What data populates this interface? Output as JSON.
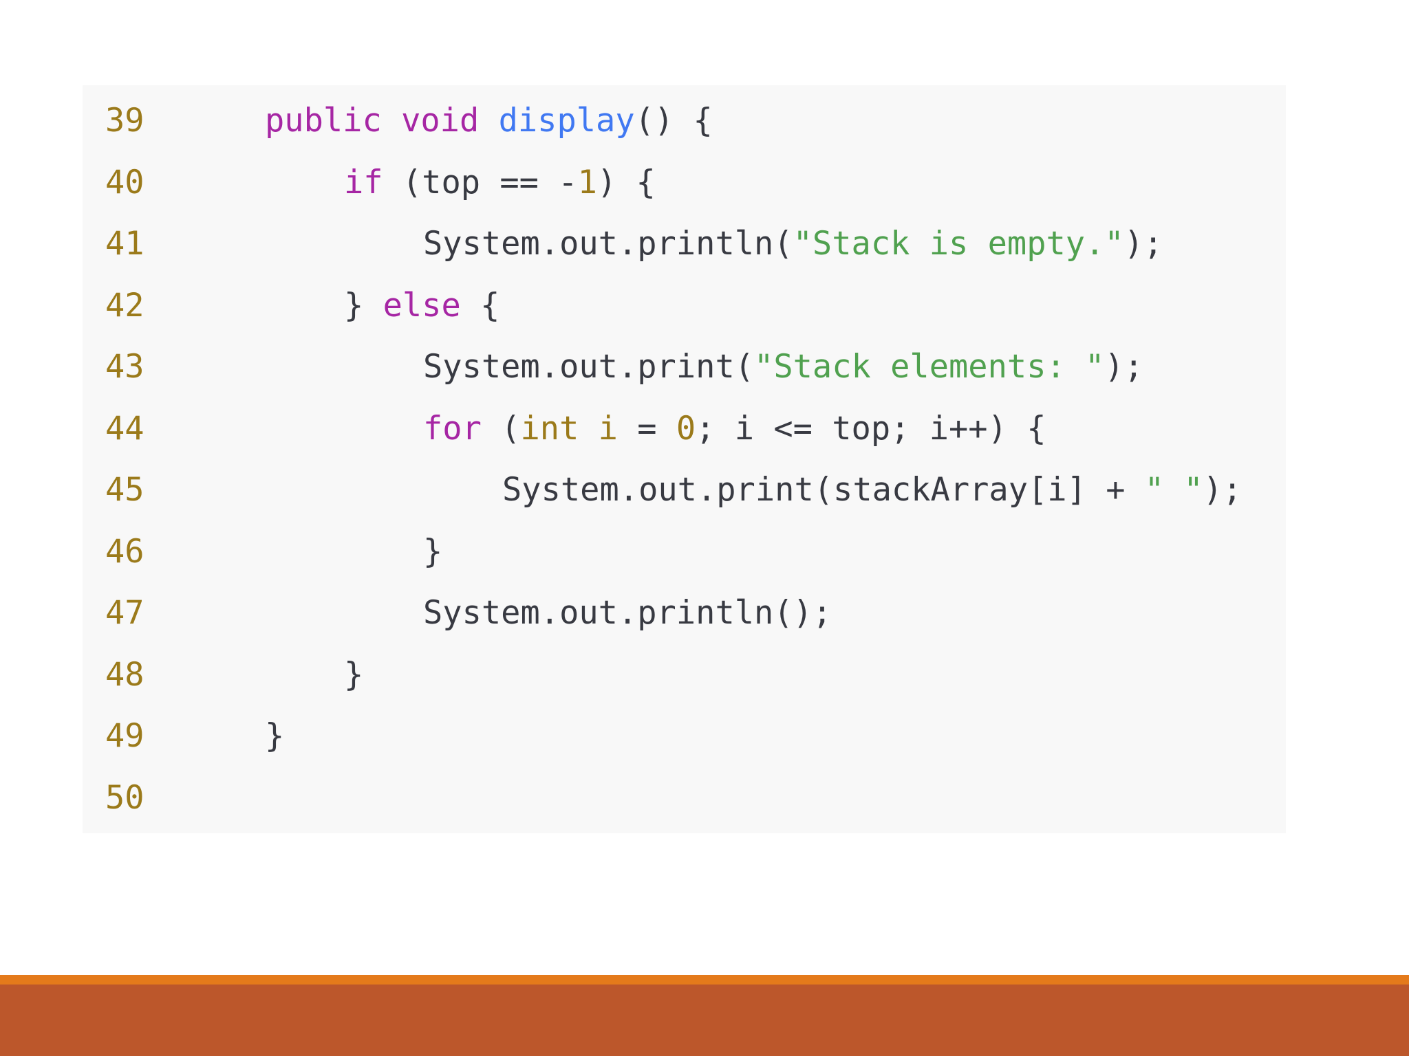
{
  "colors": {
    "keyword": "#a626a4",
    "function": "#4078f2",
    "string": "#50a14f",
    "number": "#9b7a1a",
    "plain": "#383a42",
    "accent": "#e47a1b",
    "footer": "#bc572b"
  },
  "code": {
    "lines": [
      {
        "number": "39",
        "indent": 0,
        "tokens": [
          {
            "text": "public",
            "type": "keyword"
          },
          {
            "text": " ",
            "type": "plain"
          },
          {
            "text": "void",
            "type": "keyword"
          },
          {
            "text": " ",
            "type": "plain"
          },
          {
            "text": "display",
            "type": "function"
          },
          {
            "text": "() {",
            "type": "plain"
          }
        ]
      },
      {
        "number": "40",
        "indent": 1,
        "tokens": [
          {
            "text": "if",
            "type": "keyword"
          },
          {
            "text": " (top == -",
            "type": "plain"
          },
          {
            "text": "1",
            "type": "number"
          },
          {
            "text": ") {",
            "type": "plain"
          }
        ]
      },
      {
        "number": "41",
        "indent": 2,
        "tokens": [
          {
            "text": "System.out.println(",
            "type": "plain"
          },
          {
            "text": "\"Stack is empty.\"",
            "type": "string"
          },
          {
            "text": ");",
            "type": "plain"
          }
        ]
      },
      {
        "number": "42",
        "indent": 1,
        "tokens": [
          {
            "text": "} ",
            "type": "plain"
          },
          {
            "text": "else",
            "type": "keyword"
          },
          {
            "text": " {",
            "type": "plain"
          }
        ]
      },
      {
        "number": "43",
        "indent": 2,
        "tokens": [
          {
            "text": "System.out.print(",
            "type": "plain"
          },
          {
            "text": "\"Stack elements: \"",
            "type": "string"
          },
          {
            "text": ");",
            "type": "plain"
          }
        ]
      },
      {
        "number": "44",
        "indent": 2,
        "tokens": [
          {
            "text": "for",
            "type": "keyword"
          },
          {
            "text": " (",
            "type": "plain"
          },
          {
            "text": "int",
            "type": "number"
          },
          {
            "text": " ",
            "type": "plain"
          },
          {
            "text": "i",
            "type": "number"
          },
          {
            "text": " = ",
            "type": "plain"
          },
          {
            "text": "0",
            "type": "number"
          },
          {
            "text": "; i <= top; i++) {",
            "type": "plain"
          }
        ]
      },
      {
        "number": "45",
        "indent": 3,
        "tokens": [
          {
            "text": "System.out.print(stackArray[i] + ",
            "type": "plain"
          },
          {
            "text": "\" \"",
            "type": "string"
          },
          {
            "text": ");",
            "type": "plain"
          }
        ]
      },
      {
        "number": "46",
        "indent": 2,
        "tokens": [
          {
            "text": "}",
            "type": "plain"
          }
        ]
      },
      {
        "number": "47",
        "indent": 2,
        "tokens": [
          {
            "text": "System.out.println();",
            "type": "plain"
          }
        ]
      },
      {
        "number": "48",
        "indent": 1,
        "tokens": [
          {
            "text": "}",
            "type": "plain"
          }
        ]
      },
      {
        "number": "49",
        "indent": 0,
        "tokens": [
          {
            "text": "}",
            "type": "plain"
          }
        ]
      },
      {
        "number": "50",
        "indent": 0,
        "tokens": []
      }
    ]
  },
  "scroll_top_button": {
    "icon": "arrow-up-icon",
    "label": "↑"
  }
}
